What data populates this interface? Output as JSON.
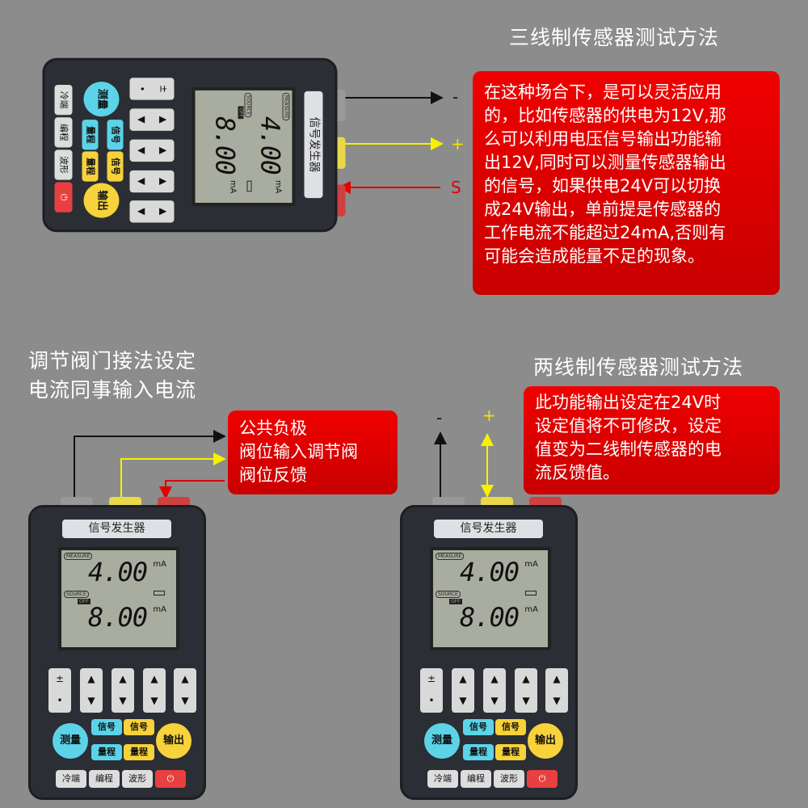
{
  "titles": {
    "three_wire": "三线制传感器测试方法",
    "valve_line1": "调节阀门接法设定",
    "valve_line2": "电流同事输入电流",
    "two_wire": "两线制传感器测试方法"
  },
  "three_wire_box": [
    "在这种场合下，是可以灵活应用",
    "的，比如传感器的供电为12V,那",
    "么可以利用电压信号输出功能输",
    "出12V,同时可以测量传感器输出",
    "的信号，如果供电24V可以切换",
    "成24V输出，单前提是传感器的",
    "工作电流不能超过24mA,否则有",
    "可能会造成能量不足的现象。"
  ],
  "three_wire_terminals": {
    "minus": "-",
    "plus": "+",
    "s": "S"
  },
  "valve_box": [
    "公共负极",
    "阀位输入调节阀",
    "阀位反馈"
  ],
  "two_wire_box": [
    "此功能输出设定在24V时",
    "设定值将不可修改，设定",
    "值变为二线制传感器的电",
    "流反馈值。"
  ],
  "two_wire_terminals": {
    "minus": "-",
    "plus": "+"
  },
  "device": {
    "name": "信号发生器",
    "measure_tag": "MEASURE",
    "source_tag": "SOURCE",
    "off": "OFF",
    "reading1": "4.00",
    "reading2": "8.00",
    "unit": "mA",
    "keys": {
      "sign": "±",
      "dot": "•",
      "up": "▲",
      "down": "▼",
      "measure": "测量",
      "output": "输出",
      "signal": "信号",
      "range": "量程",
      "cold_junction": "冷端",
      "program": "编程",
      "waveform": "波形",
      "power": "⏻"
    }
  },
  "colors": {
    "red": "#e60000",
    "cyan": "#5cd3e8",
    "yellow": "#f7d23a"
  }
}
